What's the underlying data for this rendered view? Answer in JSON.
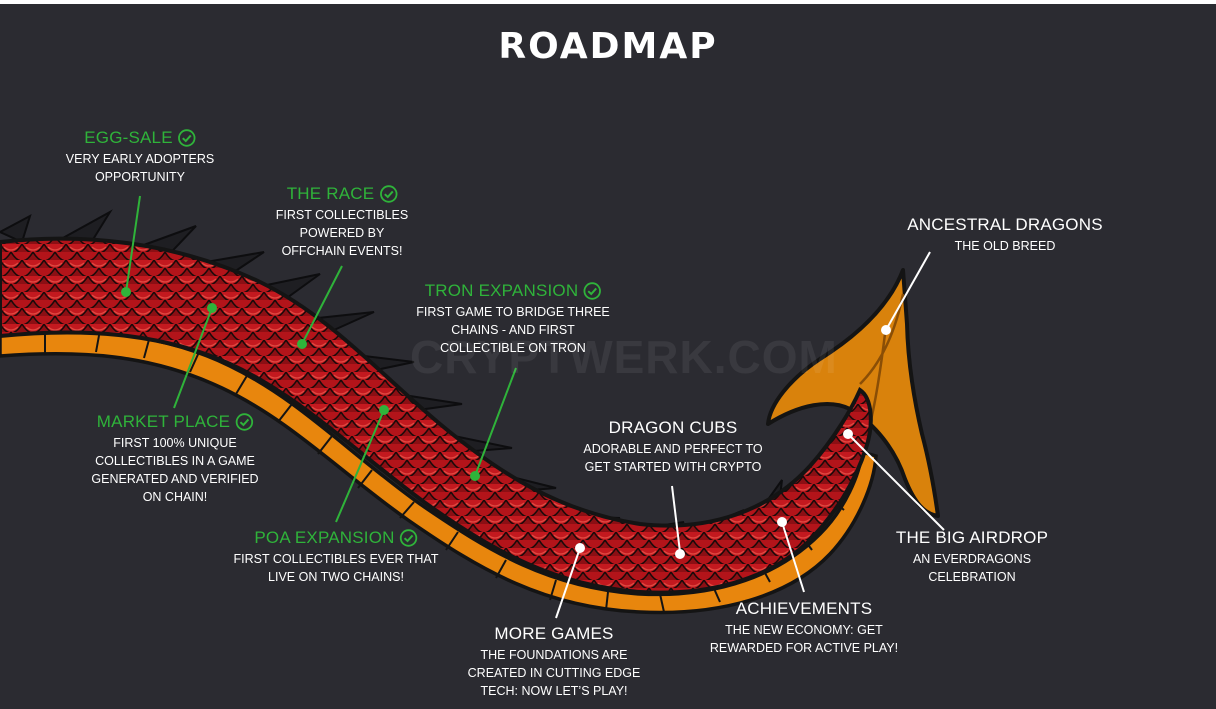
{
  "title": "ROADMAP",
  "watermark": "CRYPTWERK.COM",
  "colors": {
    "background": "#2b2b31",
    "completed_title": "#2fb33a",
    "upcoming_title": "#ffffff",
    "scale_red": "#b3141a",
    "belly_orange": "#e8860d",
    "spike_black": "#1e1e22",
    "marker_green": "#2fb33a",
    "marker_white": "#ffffff"
  },
  "milestones": [
    {
      "id": "egg-sale",
      "title": "EGG-SALE",
      "completed": true,
      "icon": "check-circle-icon",
      "description": [
        "VERY EARLY ADOPTERS",
        "OPPORTUNITY"
      ]
    },
    {
      "id": "the-race",
      "title": "THE RACE",
      "completed": true,
      "icon": "check-circle-icon",
      "description": [
        "FIRST COLLECTIBLES",
        "POWERED BY",
        "OFFCHAIN EVENTS!"
      ]
    },
    {
      "id": "tron-expansion",
      "title": "TRON EXPANSION",
      "completed": true,
      "icon": "check-circle-icon",
      "description": [
        "FIRST GAME TO BRIDGE THREE",
        "CHAINS - AND FIRST",
        "COLLECTIBLE ON TRON"
      ]
    },
    {
      "id": "market-place",
      "title": "MARKET PLACE",
      "completed": true,
      "icon": "check-circle-icon",
      "description": [
        "FIRST 100% UNIQUE",
        "COLLECTIBLES IN A GAME",
        "GENERATED AND VERIFIED",
        "ON CHAIN!"
      ]
    },
    {
      "id": "poa-expansion",
      "title": "POA EXPANSION",
      "completed": true,
      "icon": "check-circle-icon",
      "description": [
        "FIRST COLLECTIBLES EVER THAT",
        "LIVE ON TWO CHAINS!"
      ]
    },
    {
      "id": "dragon-cubs",
      "title": "DRAGON CUBS",
      "completed": false,
      "description": [
        "ADORABLE AND PERFECT TO",
        "GET STARTED WITH CRYPTO"
      ]
    },
    {
      "id": "more-games",
      "title": "MORE GAMES",
      "completed": false,
      "description": [
        "THE FOUNDATIONS ARE",
        "CREATED IN CUTTING EDGE",
        "TECH: NOW LET’S PLAY!"
      ]
    },
    {
      "id": "achievements",
      "title": "ACHIEVEMENTS",
      "completed": false,
      "description": [
        "THE NEW ECONOMY: GET",
        "REWARDED FOR ACTIVE PLAY!"
      ]
    },
    {
      "id": "the-big-airdrop",
      "title": "THE BIG AIRDROP",
      "completed": false,
      "description": [
        "AN EVERDRAGONS",
        "CELEBRATION"
      ]
    },
    {
      "id": "ancestral-dragons",
      "title": "ANCESTRAL DRAGONS",
      "completed": false,
      "description": [
        "THE OLD BREED"
      ]
    }
  ]
}
